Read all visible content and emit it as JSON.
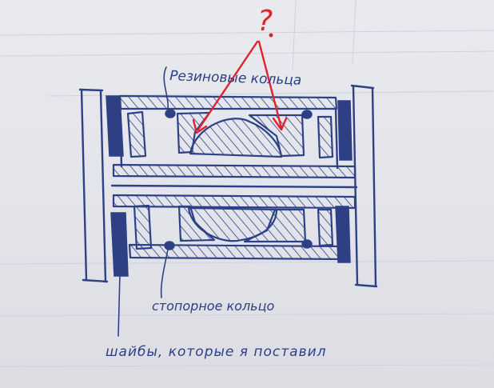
{
  "labels": {
    "rubber_rings": "Резиновые кольца",
    "retaining_ring": "стопорное кольцо",
    "washers": "шайбы, которые я поставил",
    "question": "?"
  },
  "colors": {
    "paper": "#e6e7ec",
    "ink": "#2d4187",
    "annotation": "#e0232c",
    "ruled_lines": "#c9ccd6"
  }
}
